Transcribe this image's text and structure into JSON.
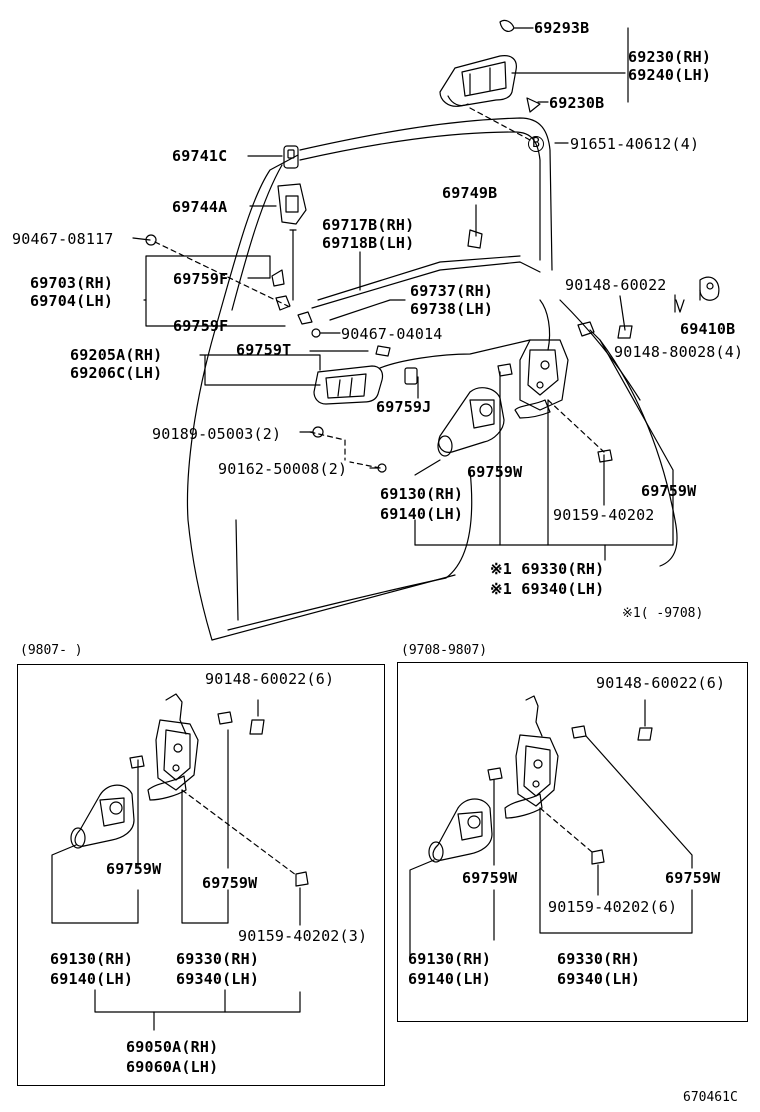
{
  "main": {
    "p69293B": "69293B",
    "p69230": "69230(RH)",
    "p69240": "69240(LH)",
    "p69230B": "69230B",
    "bolt_mark": "B",
    "p91651": "91651-40612(4)",
    "p69741C": "69741C",
    "p69744A": "69744A",
    "p69749B": "69749B",
    "p90467_08117": "90467-08117",
    "p69717B": "69717B(RH)",
    "p69718B": "69718B(LH)",
    "p69703": "69703(RH)",
    "p69704": "69704(LH)",
    "p69759F_a": "69759F",
    "p69759F_b": "69759F",
    "p69737": "69737(RH)",
    "p69738": "69738(LH)",
    "p90148_60022": "90148-60022",
    "p69410B": "69410B",
    "p90467_04014": "90467-04014",
    "p90148_80028": "90148-80028(4)",
    "p69205A": "69205A(RH)",
    "p69206C": "69206C(LH)",
    "p69759T": "69759T",
    "p69759J": "69759J",
    "p90189": "90189-05003(2)",
    "p90162": "90162-50008(2)",
    "p69759W_a": "69759W",
    "p69759W_b": "69759W",
    "p69130": "69130(RH)",
    "p69140": "69140(LH)",
    "p90159": "90159-40202",
    "p69330": "※1 69330(RH)",
    "p69340": "※1 69340(LH)",
    "note": "※1(    -9708)"
  },
  "left_box": {
    "caption": "(9807-    )",
    "p90148": "90148-60022(6)",
    "p69759W_a": "69759W",
    "p69759W_b": "69759W",
    "p90159": "90159-40202(3)",
    "p69130": "69130(RH)",
    "p69140": "69140(LH)",
    "p69330": "69330(RH)",
    "p69340": "69340(LH)",
    "p69050A": "69050A(RH)",
    "p69060A": "69060A(LH)"
  },
  "right_box": {
    "caption": "(9708-9807)",
    "p90148": "90148-60022(6)",
    "p69759W_a": "69759W",
    "p69759W_b": "69759W",
    "p90159": "90159-40202(6)",
    "p69130": "69130(RH)",
    "p69140": "69140(LH)",
    "p69330": "69330(RH)",
    "p69340": "69340(LH)"
  },
  "diagram_id": "670461C"
}
